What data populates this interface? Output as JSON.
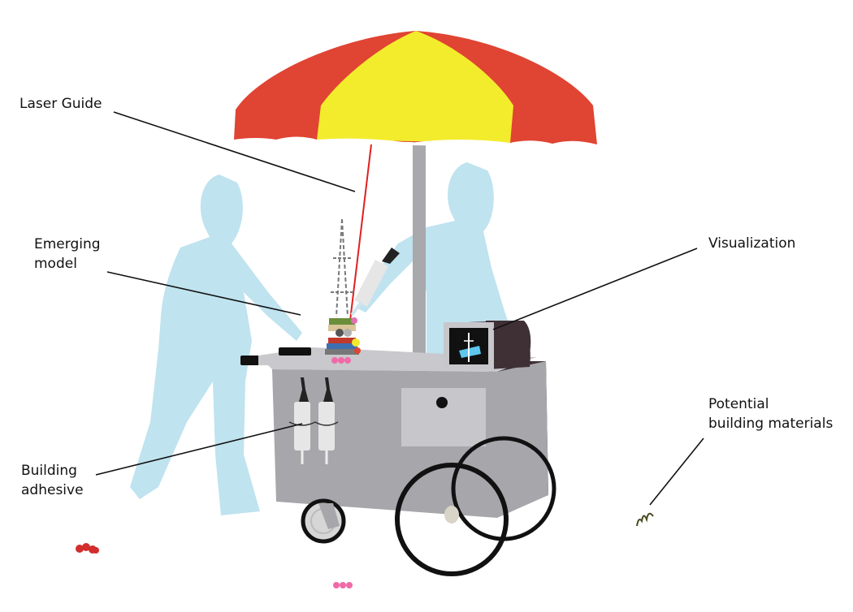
{
  "colors": {
    "umbrella_red": "#e04433",
    "umbrella_yellow": "#f3ec2c",
    "pole": "#a9a8ad",
    "person": "#bfe3ef",
    "cart_body": "#a7a6ab",
    "cart_top": "#c9c8cc",
    "cart_side": "#3f3035",
    "panel": "#c7c6cb",
    "wheel": "#111111",
    "laser": "#e02020",
    "leader_line": "#111111"
  },
  "labels": {
    "laser_guide": "Laser Guide",
    "emerging_model_line1": "Emerging",
    "emerging_model_line2": "model",
    "visualization": "Visualization",
    "potential_materials_line1": "Potential",
    "potential_materials_line2": "building materials",
    "adhesive_line1": "Building",
    "adhesive_line2": "adhesive"
  },
  "icons": [
    "umbrella-icon",
    "person-icon",
    "cart-icon",
    "wheel-icon",
    "glue-gun-icon",
    "monitor-icon",
    "tower-model-icon"
  ]
}
